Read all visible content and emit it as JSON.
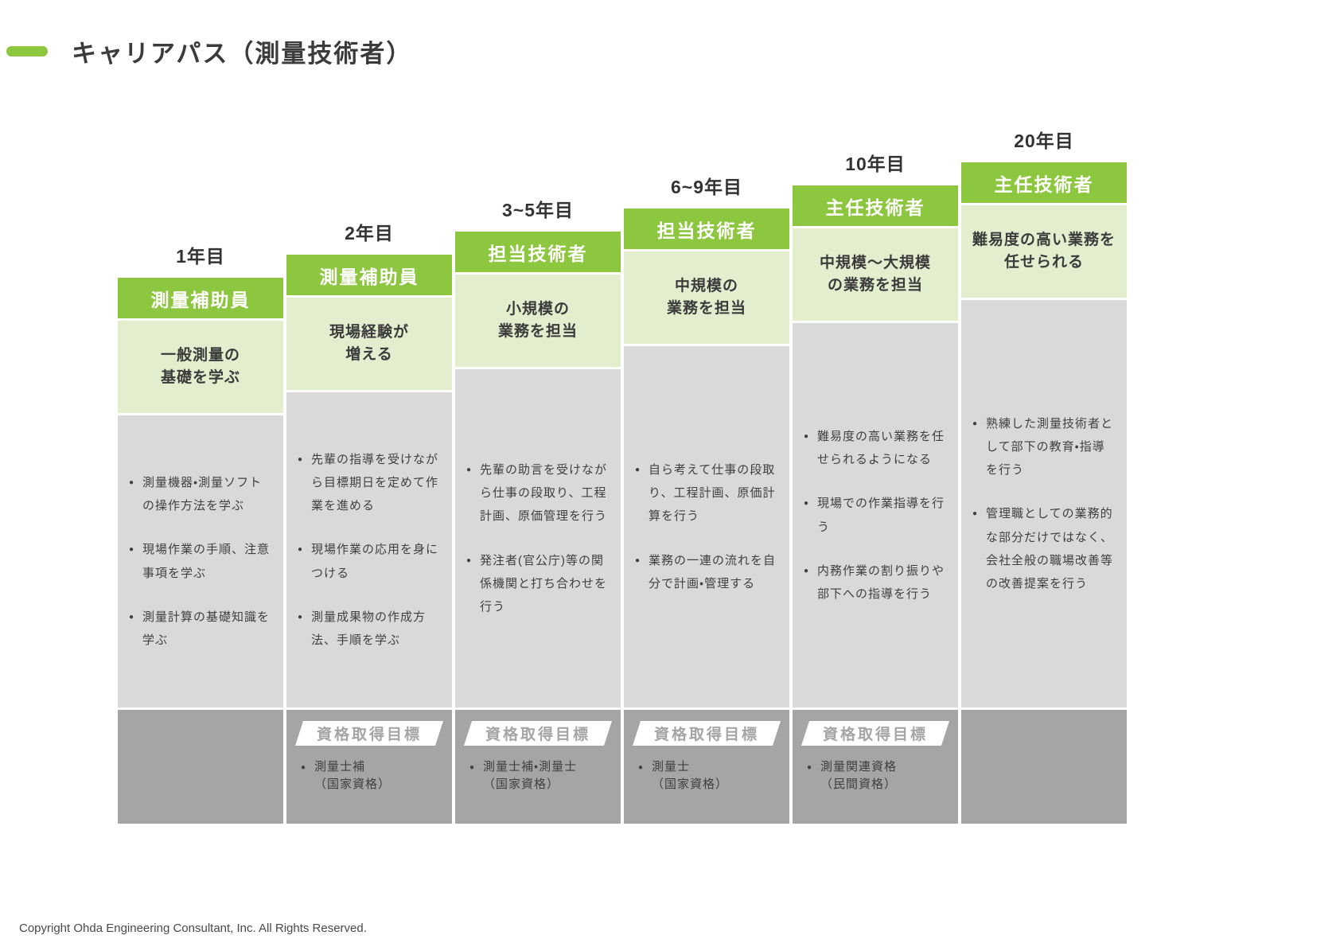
{
  "slide": {
    "title": "キャリアパス（測量技術者）",
    "copyright": "Copyright Ohda Engineering Consultant, Inc. All Rights Reserved.",
    "qual_banner_label": "資格取得目標"
  },
  "colors": {
    "accent_green": "#8dc63f",
    "light_green": "#e3eecf",
    "light_gray": "#d9d9d9",
    "dark_gray": "#a5a5a5",
    "text_dark": "#404040"
  },
  "columns": [
    {
      "year": "1年目",
      "role": "測量補助員",
      "summary": "一般測量の\n基礎を学ぶ",
      "bullets": [
        "測量機器・測量ソフトの操作方法を学ぶ",
        "現場作業の手順、注意事項を学ぶ",
        "測量計算の基礎知識を学ぶ"
      ],
      "qualifications": []
    },
    {
      "year": "2年目",
      "role": "測量補助員",
      "summary": "現場経験が\n増える",
      "bullets": [
        "先輩の指導を受けながら目標期日を定めて作業を進める",
        "現場作業の応用を身につける",
        "測量成果物の作成方法、手順を学ぶ"
      ],
      "qualifications": [
        "測量士補\n（国家資格）"
      ]
    },
    {
      "year": "3~5年目",
      "role": "担当技術者",
      "summary": "小規模の\n業務を担当",
      "bullets": [
        "先輩の助言を受けながら仕事の段取り、工程計画、原価管理を行う",
        "発注者(官公庁)等の関係機関と打ち合わせを行う"
      ],
      "qualifications": [
        "測量士補・測量士\n（国家資格）"
      ]
    },
    {
      "year": "6~9年目",
      "role": "担当技術者",
      "summary": "中規模の\n業務を担当",
      "bullets": [
        "自ら考えて仕事の段取り、工程計画、原価計算を行う",
        "業務の一連の流れを自分で計画・管理する"
      ],
      "qualifications": [
        "測量士\n（国家資格）"
      ]
    },
    {
      "year": "10年目",
      "role": "主任技術者",
      "summary": "中規模～大規模\nの業務を担当",
      "bullets": [
        "難易度の高い業務を任せられるようになる",
        "現場での作業指導を行う",
        "内務作業の割り振りや部下への指導を行う"
      ],
      "qualifications": [
        "測量関連資格\n（民間資格）"
      ]
    },
    {
      "year": "20年目",
      "role": "主任技術者",
      "summary": "難易度の高い業務を\n任せられる",
      "bullets": [
        "熟練した測量技術者として部下の教育・指導を行う",
        "管理職としての業務的な部分だけではなく、会社全般の職場改善等の改善提案を行う"
      ],
      "qualifications": []
    }
  ]
}
